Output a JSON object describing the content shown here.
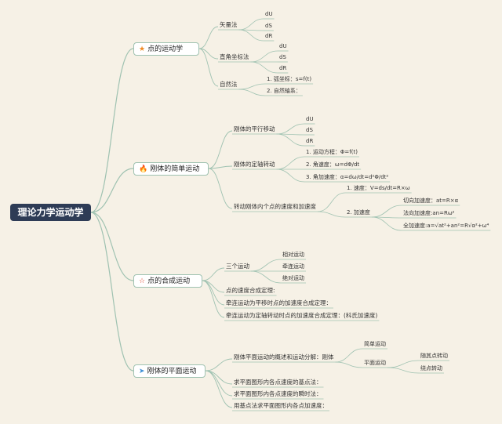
{
  "root": "理论力学运动学",
  "colors": {
    "line": "#9fc2b1",
    "root_bg": "#2e3c56",
    "background": "#f6f1e6"
  },
  "branches": [
    {
      "label": "点的运动学",
      "icon": "star-icon",
      "icon_glyph": "★",
      "icon_color": "#f08a24",
      "children": [
        {
          "label": "矢量法",
          "children": [
            {
              "label": "dU"
            },
            {
              "label": "dS"
            },
            {
              "label": "dR"
            }
          ]
        },
        {
          "label": "直角坐标法",
          "children": [
            {
              "label": "dU"
            },
            {
              "label": "dS"
            },
            {
              "label": "dR"
            }
          ]
        },
        {
          "label": "自然法",
          "children": [
            {
              "label": "1. 弧坐标：s=f(t)"
            },
            {
              "label": "2. 自然轴系："
            }
          ]
        }
      ]
    },
    {
      "label": "刚体的简单运动",
      "icon": "fire-icon",
      "icon_glyph": "🔥",
      "icon_color": "#e2452b",
      "children": [
        {
          "label": "刚体的平行移动",
          "children": [
            {
              "label": "dU"
            },
            {
              "label": "dS"
            },
            {
              "label": "dR"
            }
          ]
        },
        {
          "label": "刚体的定轴转动",
          "children": [
            {
              "label": "1. 运动方程：Φ=f(t)"
            },
            {
              "label": "2. 角速度：ω=dΦ/dt"
            },
            {
              "label": "3. 角加速度：α=dω/dt=d²Φ/dt²"
            }
          ]
        },
        {
          "label": "转动刚体内个点的速度和加速度",
          "children": [
            {
              "label": "1. 速度：V=ds/dt=R×ω"
            },
            {
              "label": "2. 加速度",
              "children": [
                {
                  "label": "切向加速度：at=R×α"
                },
                {
                  "label": "法向加速度:an=Rω²"
                },
                {
                  "label": "全加速度:a=√at²+an²=R√α²+ω⁴"
                }
              ]
            }
          ]
        }
      ]
    },
    {
      "label": "点的合成运动",
      "icon": "star-outline-icon",
      "icon_glyph": "☆",
      "icon_color": "#e2452b",
      "children": [
        {
          "label": "三个运动",
          "children": [
            {
              "label": "相对运动"
            },
            {
              "label": "牵连运动"
            },
            {
              "label": "绝对运动"
            }
          ]
        },
        {
          "label": "点的速度合成定理:"
        },
        {
          "label": "牵连运动为平移时点的加速度合成定理："
        },
        {
          "label": "牵连运动为定轴转动时点的加速度合成定理：(科氏加速度)"
        }
      ]
    },
    {
      "label": "刚体的平面运动",
      "icon": "paper-plane-icon",
      "icon_glyph": "➤",
      "icon_color": "#3d8fd6",
      "children": [
        {
          "label": "刚体平面运动的概述和运动分解：刚体",
          "children": [
            {
              "label": "简单运动"
            },
            {
              "label": "平面运动",
              "children": [
                {
                  "label": "随其点转动"
                },
                {
                  "label": "绕点转动"
                }
              ]
            }
          ]
        },
        {
          "label": "求平面图形内各点速度的基点法："
        },
        {
          "label": "求平面图形内各点速度的瞬时法："
        },
        {
          "label": "用基点法求平面图形内各点加速度："
        }
      ]
    }
  ]
}
